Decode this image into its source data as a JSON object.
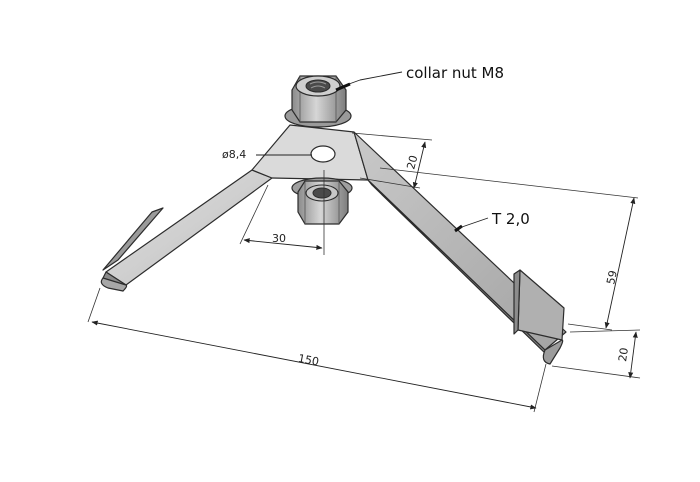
{
  "labels": {
    "collar_nut": "collar nut M8",
    "thickness": "T 2,0",
    "hole_diameter": "ø8,4",
    "dim_30": "30",
    "dim_20_top": "20",
    "dim_150": "150",
    "dim_59": "59",
    "dim_20_bottom": "20"
  },
  "colors": {
    "metal_light": "#d4d4d4",
    "metal_mid": "#b5b5b5",
    "metal_dark": "#8e8e8e",
    "outline": "#2c2c2c",
    "background": "#ffffff"
  }
}
